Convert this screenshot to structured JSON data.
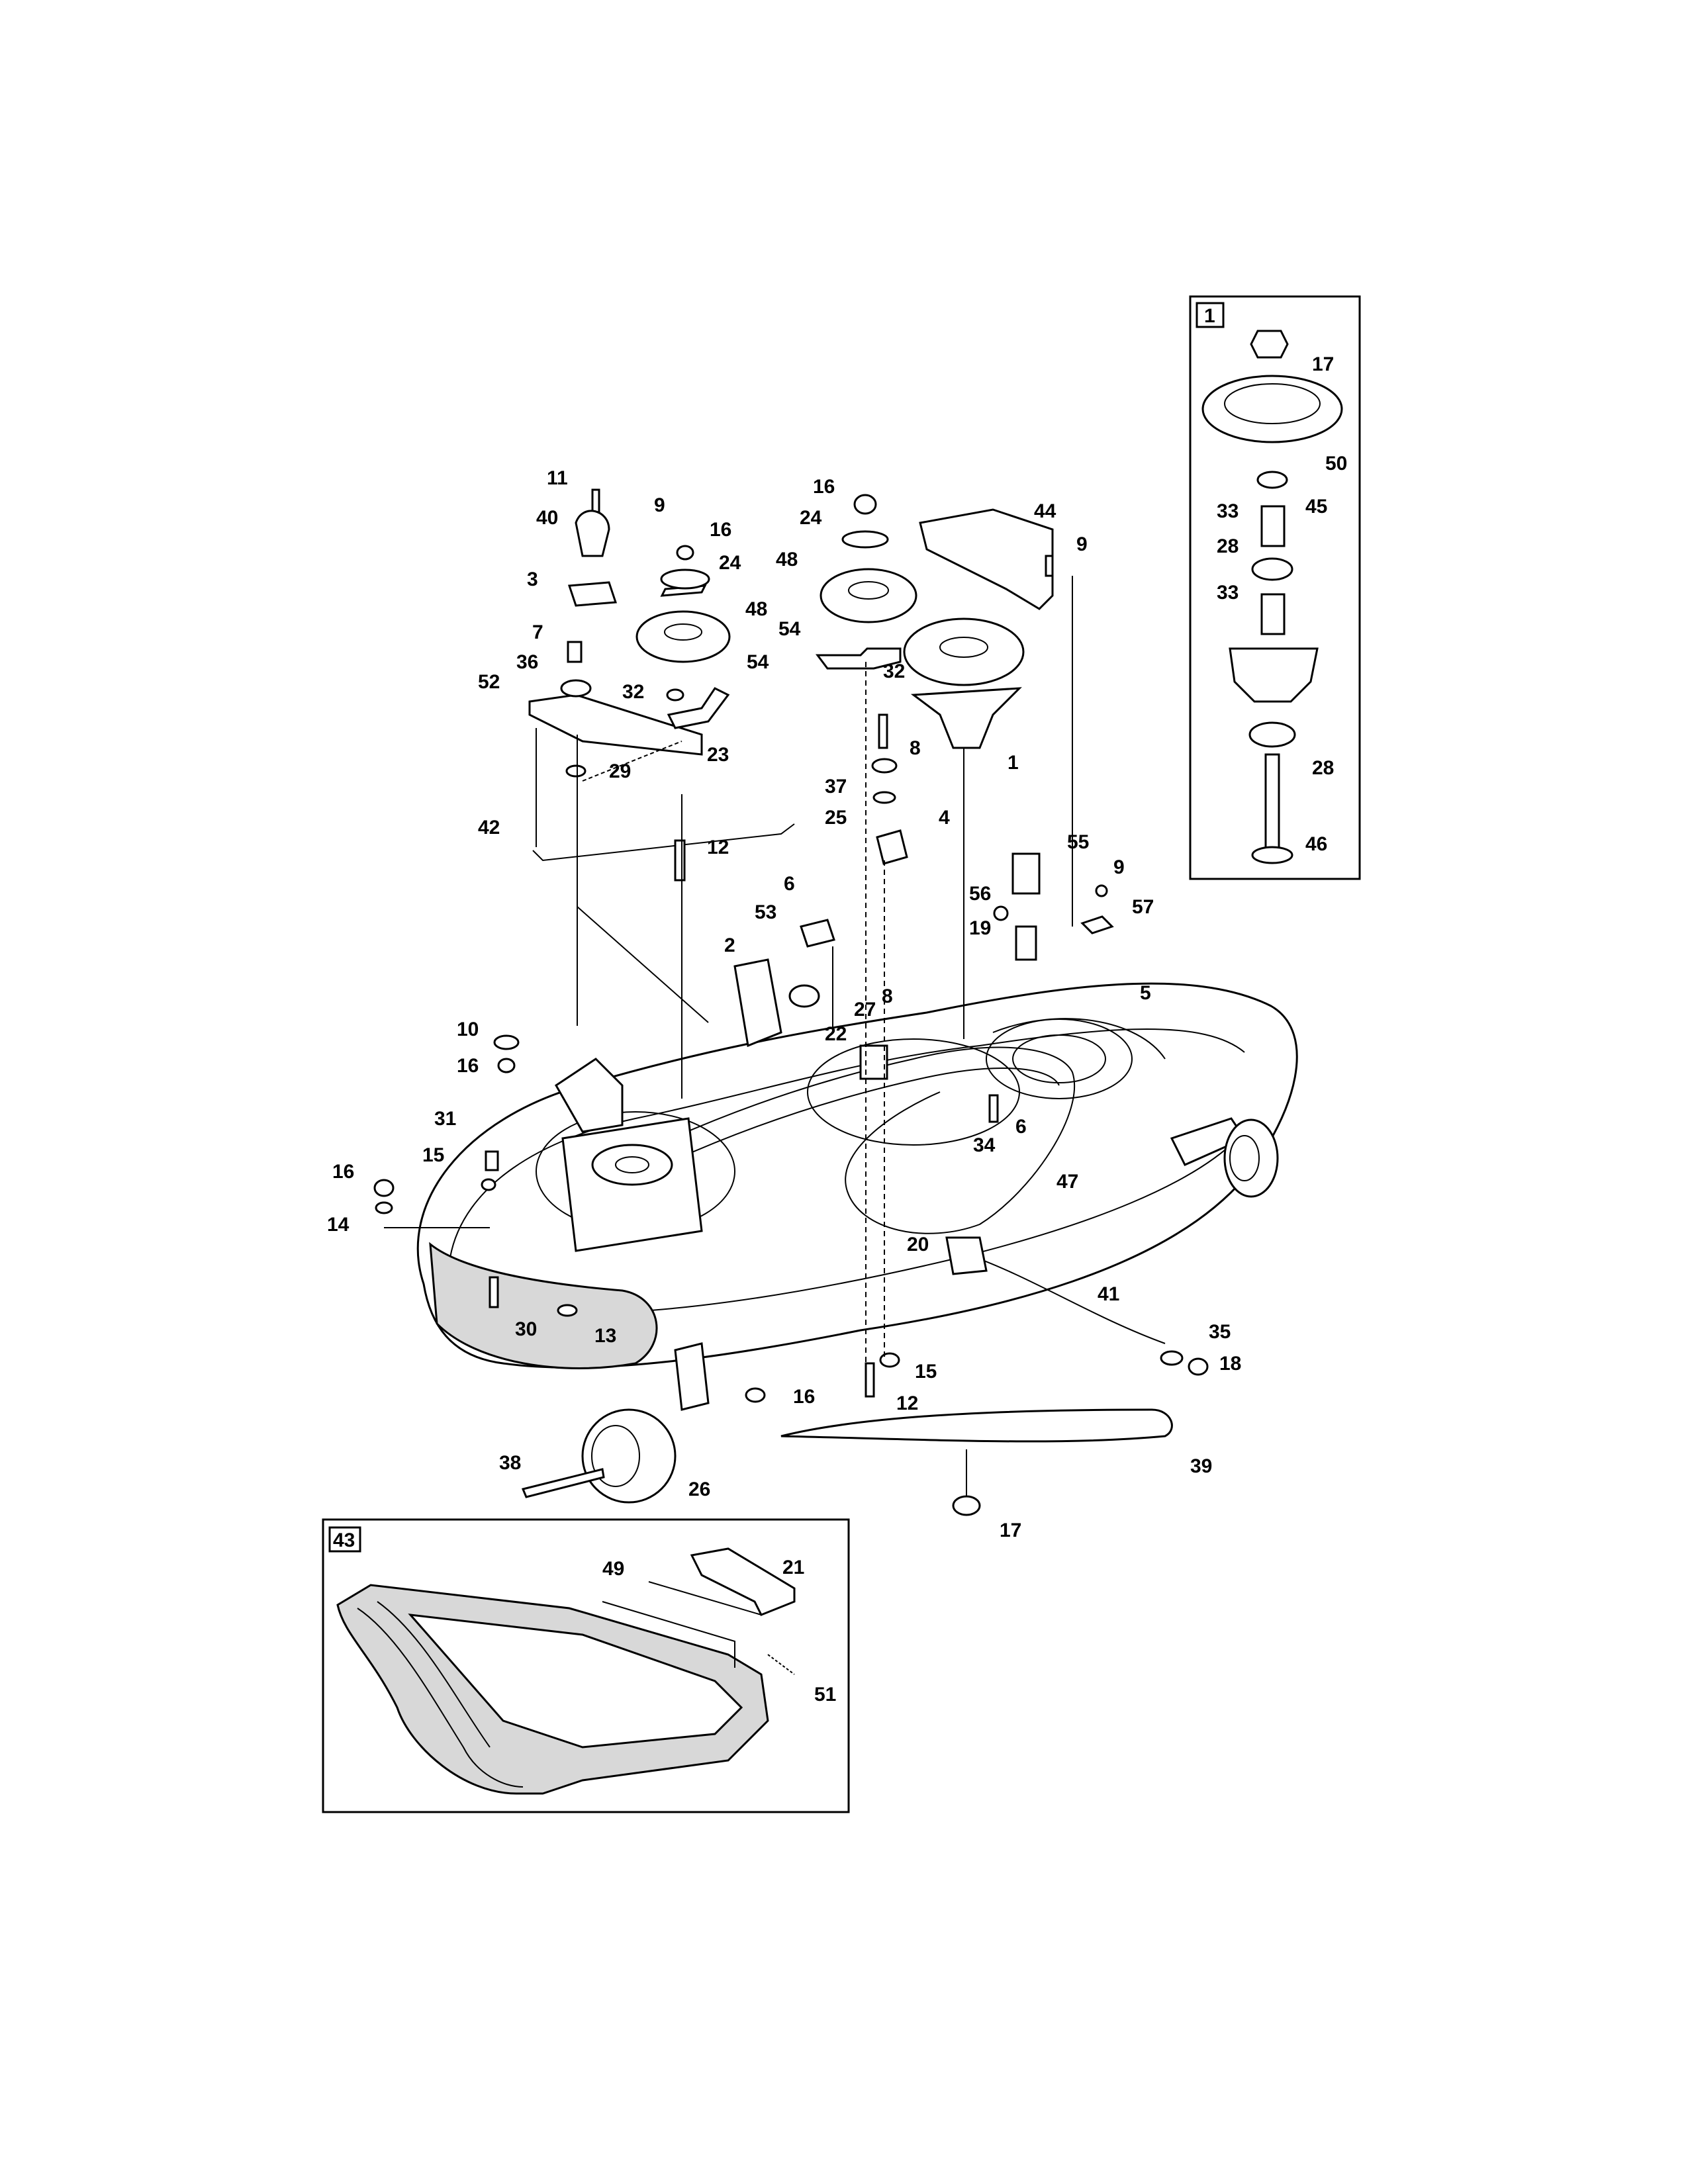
{
  "inset_spindle": {
    "box_label": "1",
    "callouts": [
      "17",
      "50",
      "45",
      "33",
      "28",
      "33",
      "28",
      "46"
    ]
  },
  "inset_chute": {
    "box_label": "43",
    "callouts": [
      "49",
      "21",
      "51"
    ]
  },
  "main_callouts": [
    "11",
    "9",
    "40",
    "16",
    "24",
    "48",
    "3",
    "7",
    "36",
    "52",
    "32",
    "54",
    "29",
    "23",
    "42",
    "12",
    "16",
    "24",
    "48",
    "54",
    "32",
    "44",
    "9",
    "1",
    "8",
    "37",
    "25",
    "4",
    "55",
    "9",
    "56",
    "57",
    "19",
    "6",
    "53",
    "2",
    "8",
    "27",
    "22",
    "5",
    "10",
    "16",
    "31",
    "15",
    "16",
    "14",
    "6",
    "34",
    "47",
    "20",
    "41",
    "35",
    "18",
    "30",
    "13",
    "15",
    "12",
    "16",
    "39",
    "38",
    "26",
    "17"
  ]
}
